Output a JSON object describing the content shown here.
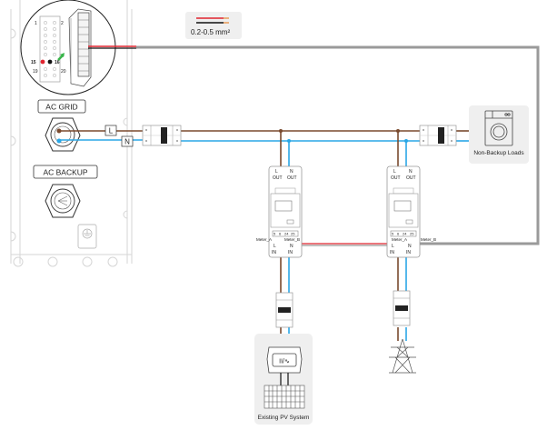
{
  "title": "AC wiring diagram with meters, non-backup loads and existing PV system",
  "colors": {
    "live": "#7a4a2e",
    "neutral": "#2aa7e6",
    "signal_red": "#e0242f",
    "signal_gray": "#9a9a9a",
    "panel_bg": "#efefef",
    "outline": "#cfcfcf",
    "ok_green": "#39b54a"
  },
  "inverter": {
    "ports": {
      "ac_grid": "AC GRID",
      "ac_backup": "AC BACKUP"
    },
    "terminal_block": {
      "pin_top_left": "1",
      "pin_top_right": "2",
      "pin_left_signal": "15",
      "pin_right_signal": "16",
      "pin_bottom_left": "19",
      "pin_bottom_right": "20"
    },
    "ground_icon": "ground-icon"
  },
  "cable_spec": {
    "label": "0.2-0.5 mm²"
  },
  "wire_tags": {
    "live": "L",
    "neutral": "N"
  },
  "meter_1": {
    "top_left": "L",
    "top_left_sub": "OUT",
    "top_right": "N",
    "top_right_sub": "OUT",
    "terminals": [
      "5",
      "6",
      "24",
      "25"
    ],
    "left_label": "Meter_A",
    "right_label": "Meter_B",
    "bottom_left": "L",
    "bottom_left_sub": "IN",
    "bottom_right": "N",
    "bottom_right_sub": "IN"
  },
  "meter_2": {
    "top_left": "L",
    "top_left_sub": "OUT",
    "top_right": "N",
    "top_right_sub": "OUT",
    "terminals": [
      "5",
      "6",
      "24",
      "25"
    ],
    "left_label": "Meter_A",
    "right_label": "Meter_B",
    "bottom_left": "L",
    "bottom_left_sub": "IN",
    "bottom_right": "N",
    "bottom_right_sub": "IN"
  },
  "non_backup_loads": {
    "label": "Non-Backup Loads",
    "icon": "washing-machine-icon"
  },
  "pv_system": {
    "label": "Existing PV System",
    "inverter_text": "II/∿",
    "icon": "solar-panel-icon"
  },
  "grid": {
    "icon": "transmission-tower-icon"
  }
}
